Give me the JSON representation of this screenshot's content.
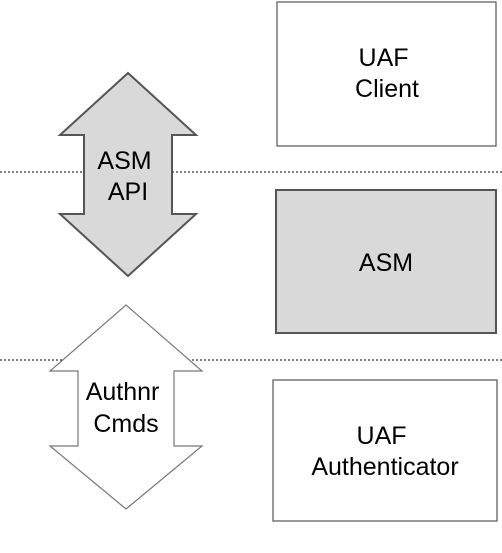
{
  "layers": {
    "top": {
      "box": {
        "lines": [
          "UAF",
          "Client"
        ]
      }
    },
    "middle": {
      "box": {
        "lines": [
          "ASM"
        ]
      },
      "arrow": {
        "lines": [
          "ASM",
          "API"
        ]
      }
    },
    "bottom": {
      "box": {
        "lines": [
          "UAF",
          "Authenticator"
        ]
      },
      "arrow": {
        "lines": [
          "Authnr",
          "Cmds"
        ]
      }
    }
  },
  "colors": {
    "stroke": "#555555",
    "gray_fill": "#d9d9d9",
    "white_fill": "#ffffff",
    "divider": "#000000"
  }
}
